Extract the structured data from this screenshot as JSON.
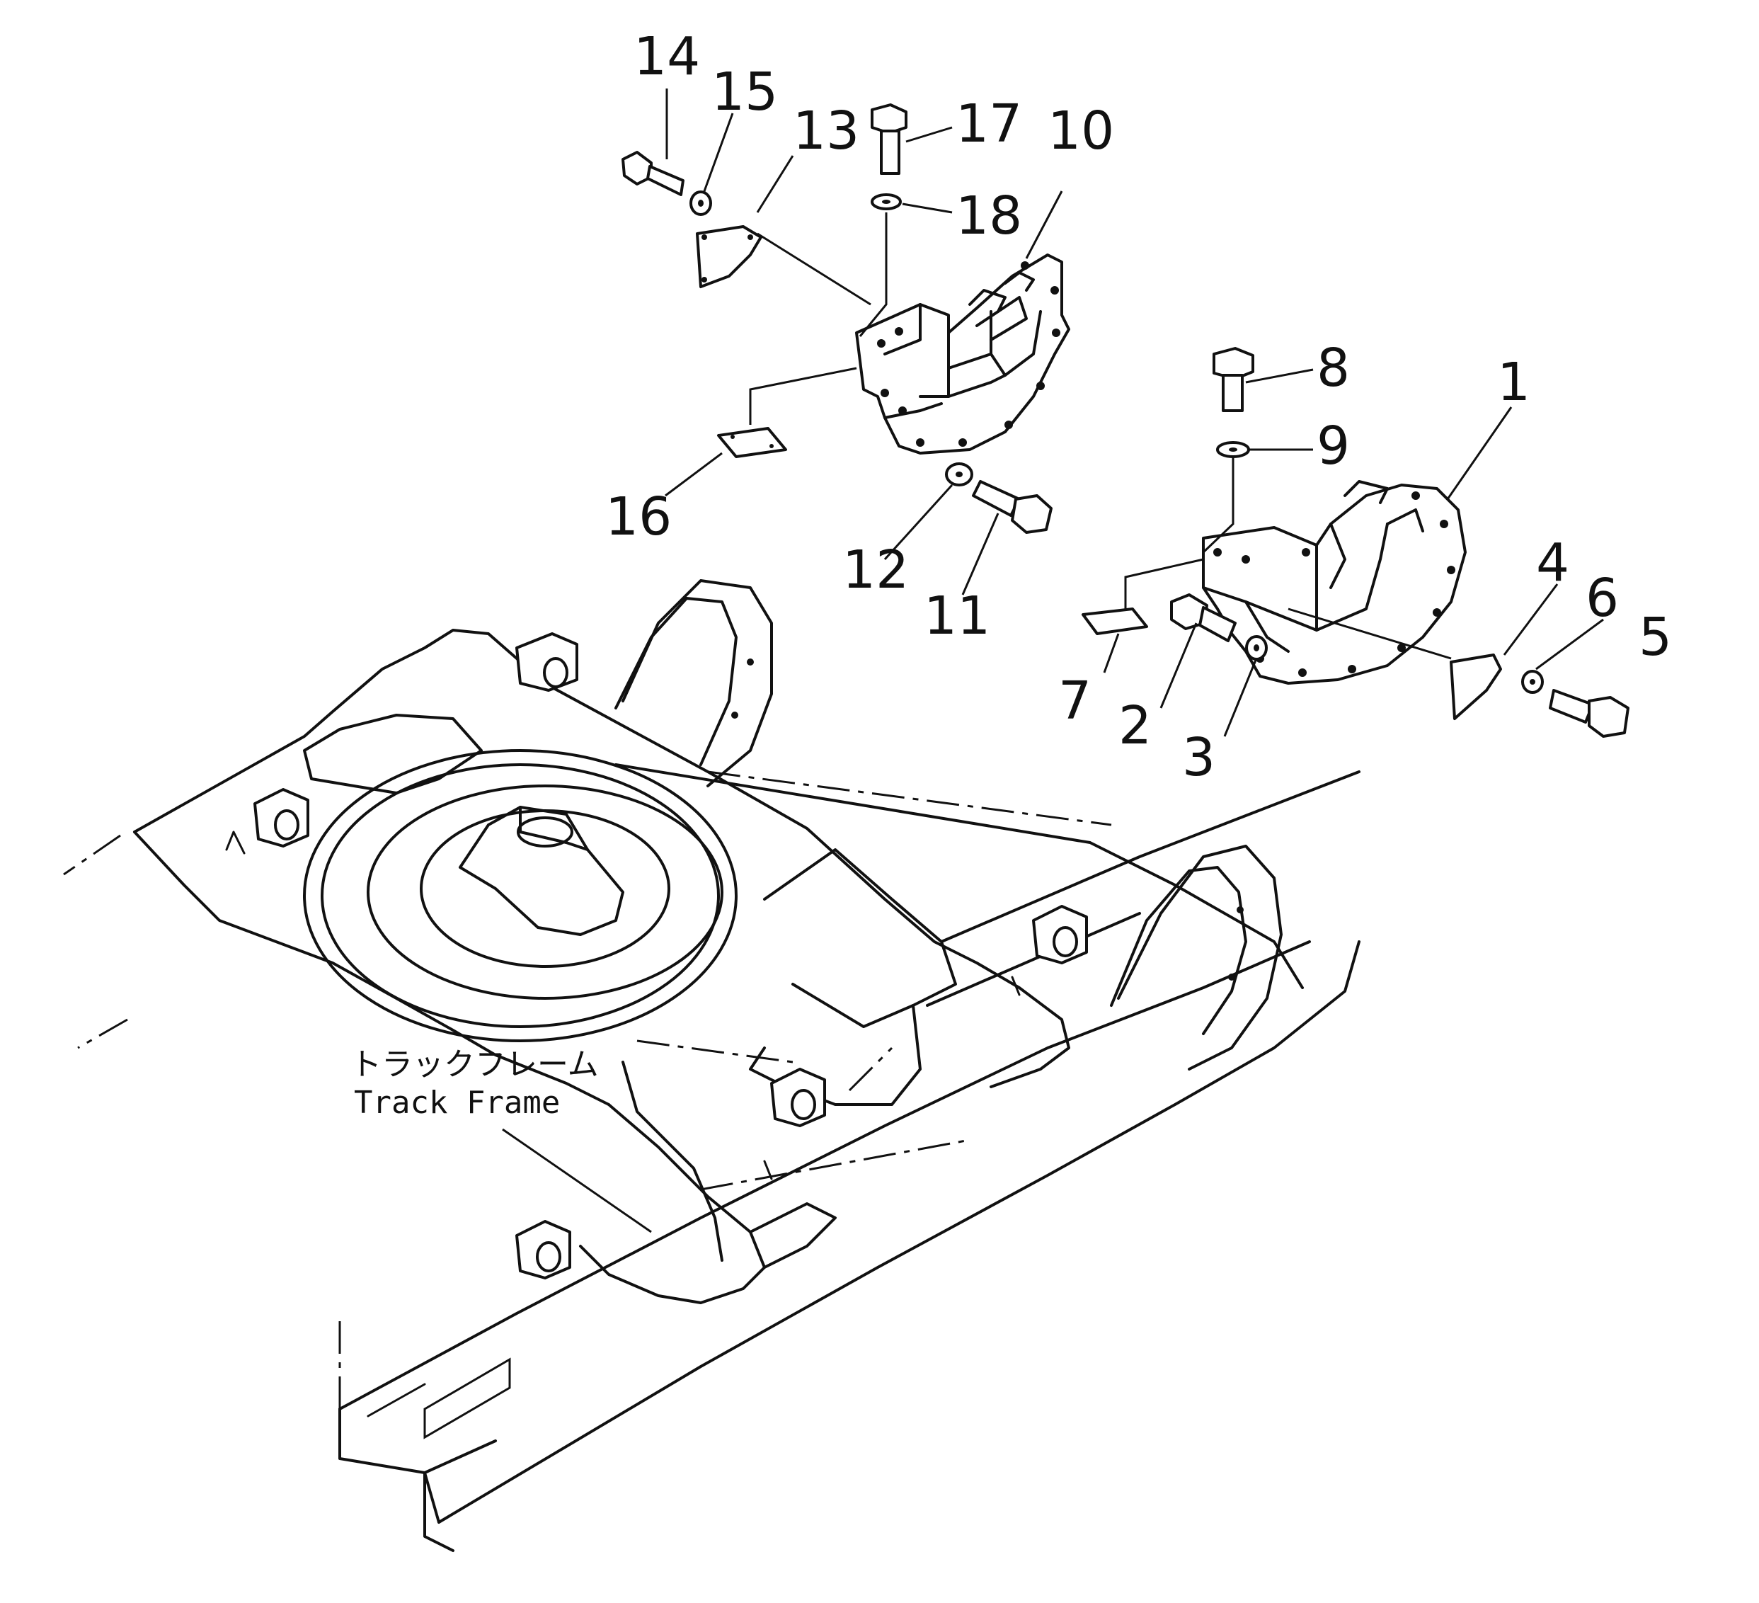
{
  "labels": {
    "track_frame_jp": "トラックフレーム",
    "track_frame_en": "Track Frame"
  },
  "callouts": [
    "1",
    "2",
    "3",
    "4",
    "5",
    "6",
    "7",
    "8",
    "9",
    "10",
    "11",
    "12",
    "13",
    "14",
    "15",
    "16",
    "17",
    "18"
  ]
}
